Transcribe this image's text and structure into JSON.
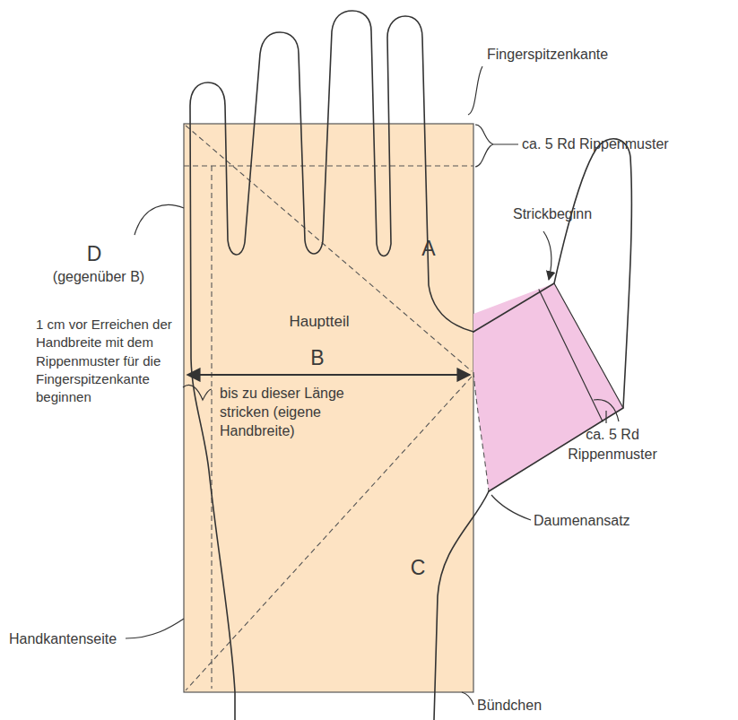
{
  "diagram": {
    "nodes": [
      {
        "text": [
          "A",
          "Hauptteil",
          "B",
          "bis zu dieser Länge stricken (eigene Handbreite)",
          "C"
        ]
      }
    ],
    "edges": [],
    "labels": [
      "Fingerspitzenkante",
      "ca. 5 Rd Rippenmuster",
      "D",
      "(gegenüber B)",
      "Strickbeginn",
      "1 cm vor Erreichen der Handbreite mit dem Rippenmuster für die Fingerspitzenkante beginnen",
      "ca. 5 Rd Rippenmuster",
      "Daumenansatz",
      "Handkantenseite",
      "Bündchen"
    ]
  }
}
